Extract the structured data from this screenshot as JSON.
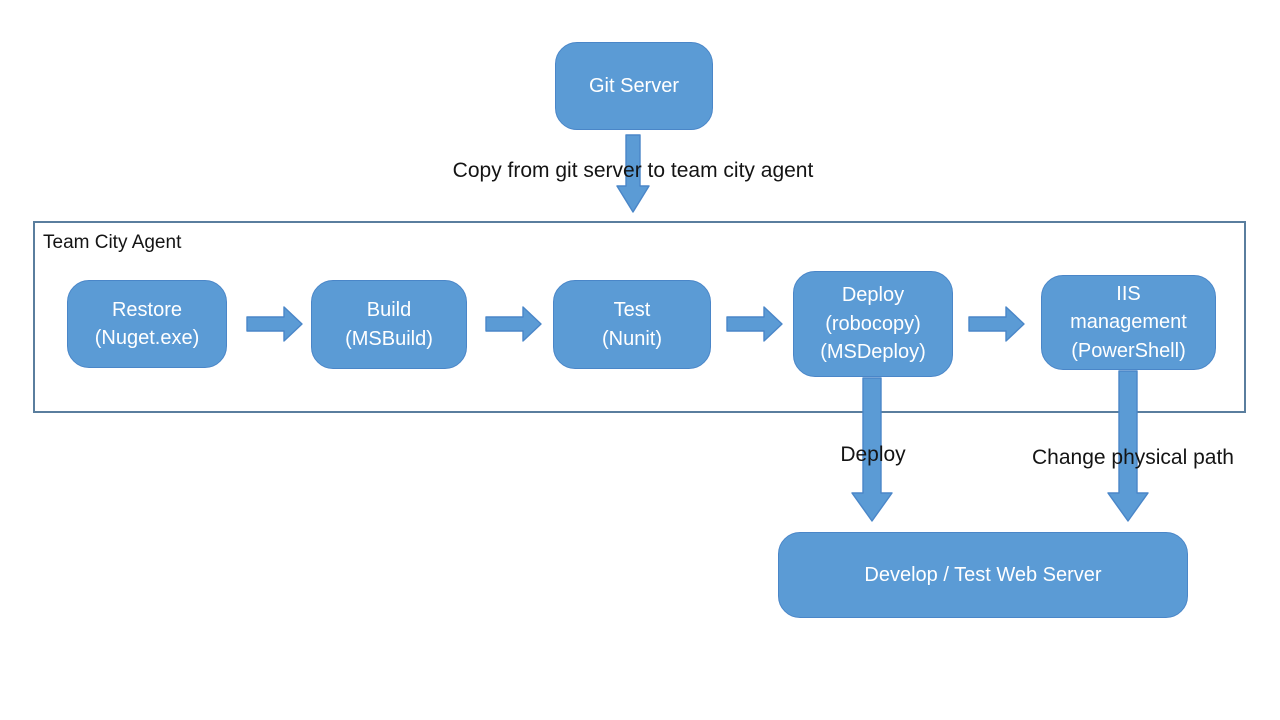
{
  "colors": {
    "node_fill": "#5B9BD5",
    "node_border": "#4A86C8",
    "node_text": "#FFFFFF",
    "container_border": "#5A7E9E",
    "label_text": "#141414",
    "arrow_fill": "#5B9BD5"
  },
  "git_server": {
    "label": "Git Server"
  },
  "flow_labels": {
    "copy": "Copy from git server to team city agent",
    "deploy": "Deploy",
    "change_path": "Change physical path"
  },
  "container": {
    "title": "Team City Agent"
  },
  "pipeline": {
    "restore": "Restore\n(Nuget.exe)",
    "build": "Build\n(MSBuild)",
    "test": "Test\n(Nunit)",
    "deploy": "Deploy\n(robocopy)\n(MSDeploy)",
    "iis": "IIS\nmanagement\n(PowerShell)"
  },
  "web_server": {
    "label": "Develop / Test Web Server"
  }
}
